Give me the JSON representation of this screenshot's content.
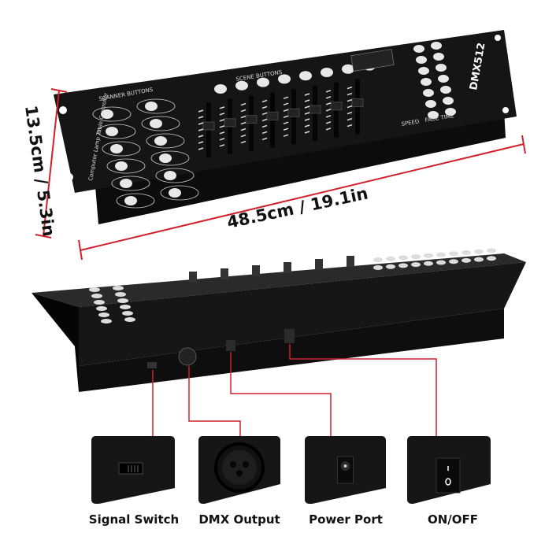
{
  "dimensions": {
    "height": "13.5cm / 5.3in",
    "width": "48.5cm / 19.1in"
  },
  "device": {
    "model": "DMX512",
    "side_label": "Computer Lamp Table Controller",
    "scanner_label": "SCANNER BUTTONS",
    "scene_label": "SCENE BUTTONS",
    "speed_label": "SPEED",
    "fade_label": "FADE TIME"
  },
  "ports": [
    {
      "label": "Signal Switch",
      "icon": "slide-switch-icon"
    },
    {
      "label": "DMX Output",
      "icon": "xlr-connector-icon"
    },
    {
      "label": "Power Port",
      "icon": "dc-jack-icon"
    },
    {
      "label": "ON/OFF",
      "icon": "rocker-switch-icon"
    }
  ],
  "colors": {
    "accent_line": "#d0202a",
    "device": "#141414"
  }
}
